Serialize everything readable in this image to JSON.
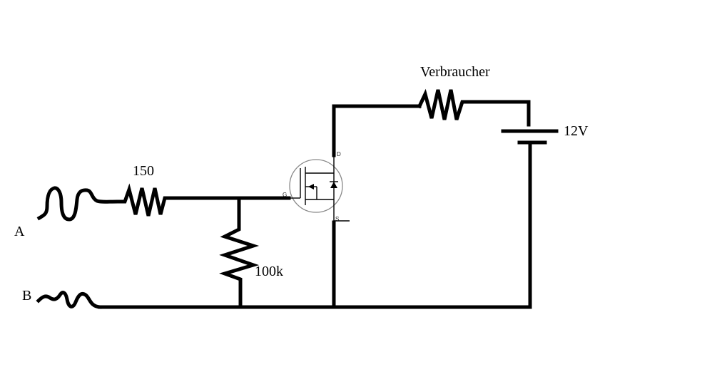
{
  "labels": {
    "input_a": "A",
    "input_b": "B",
    "r_series": "150",
    "r_pulldown": "100k",
    "load": "Verbraucher",
    "battery": "12V"
  },
  "mosfet": {
    "pin_drain": "D",
    "pin_gate": "G",
    "pin_source": "S"
  },
  "colors": {
    "wire": "#000000",
    "background": "#ffffff",
    "mosfet_circle": "#888888"
  }
}
